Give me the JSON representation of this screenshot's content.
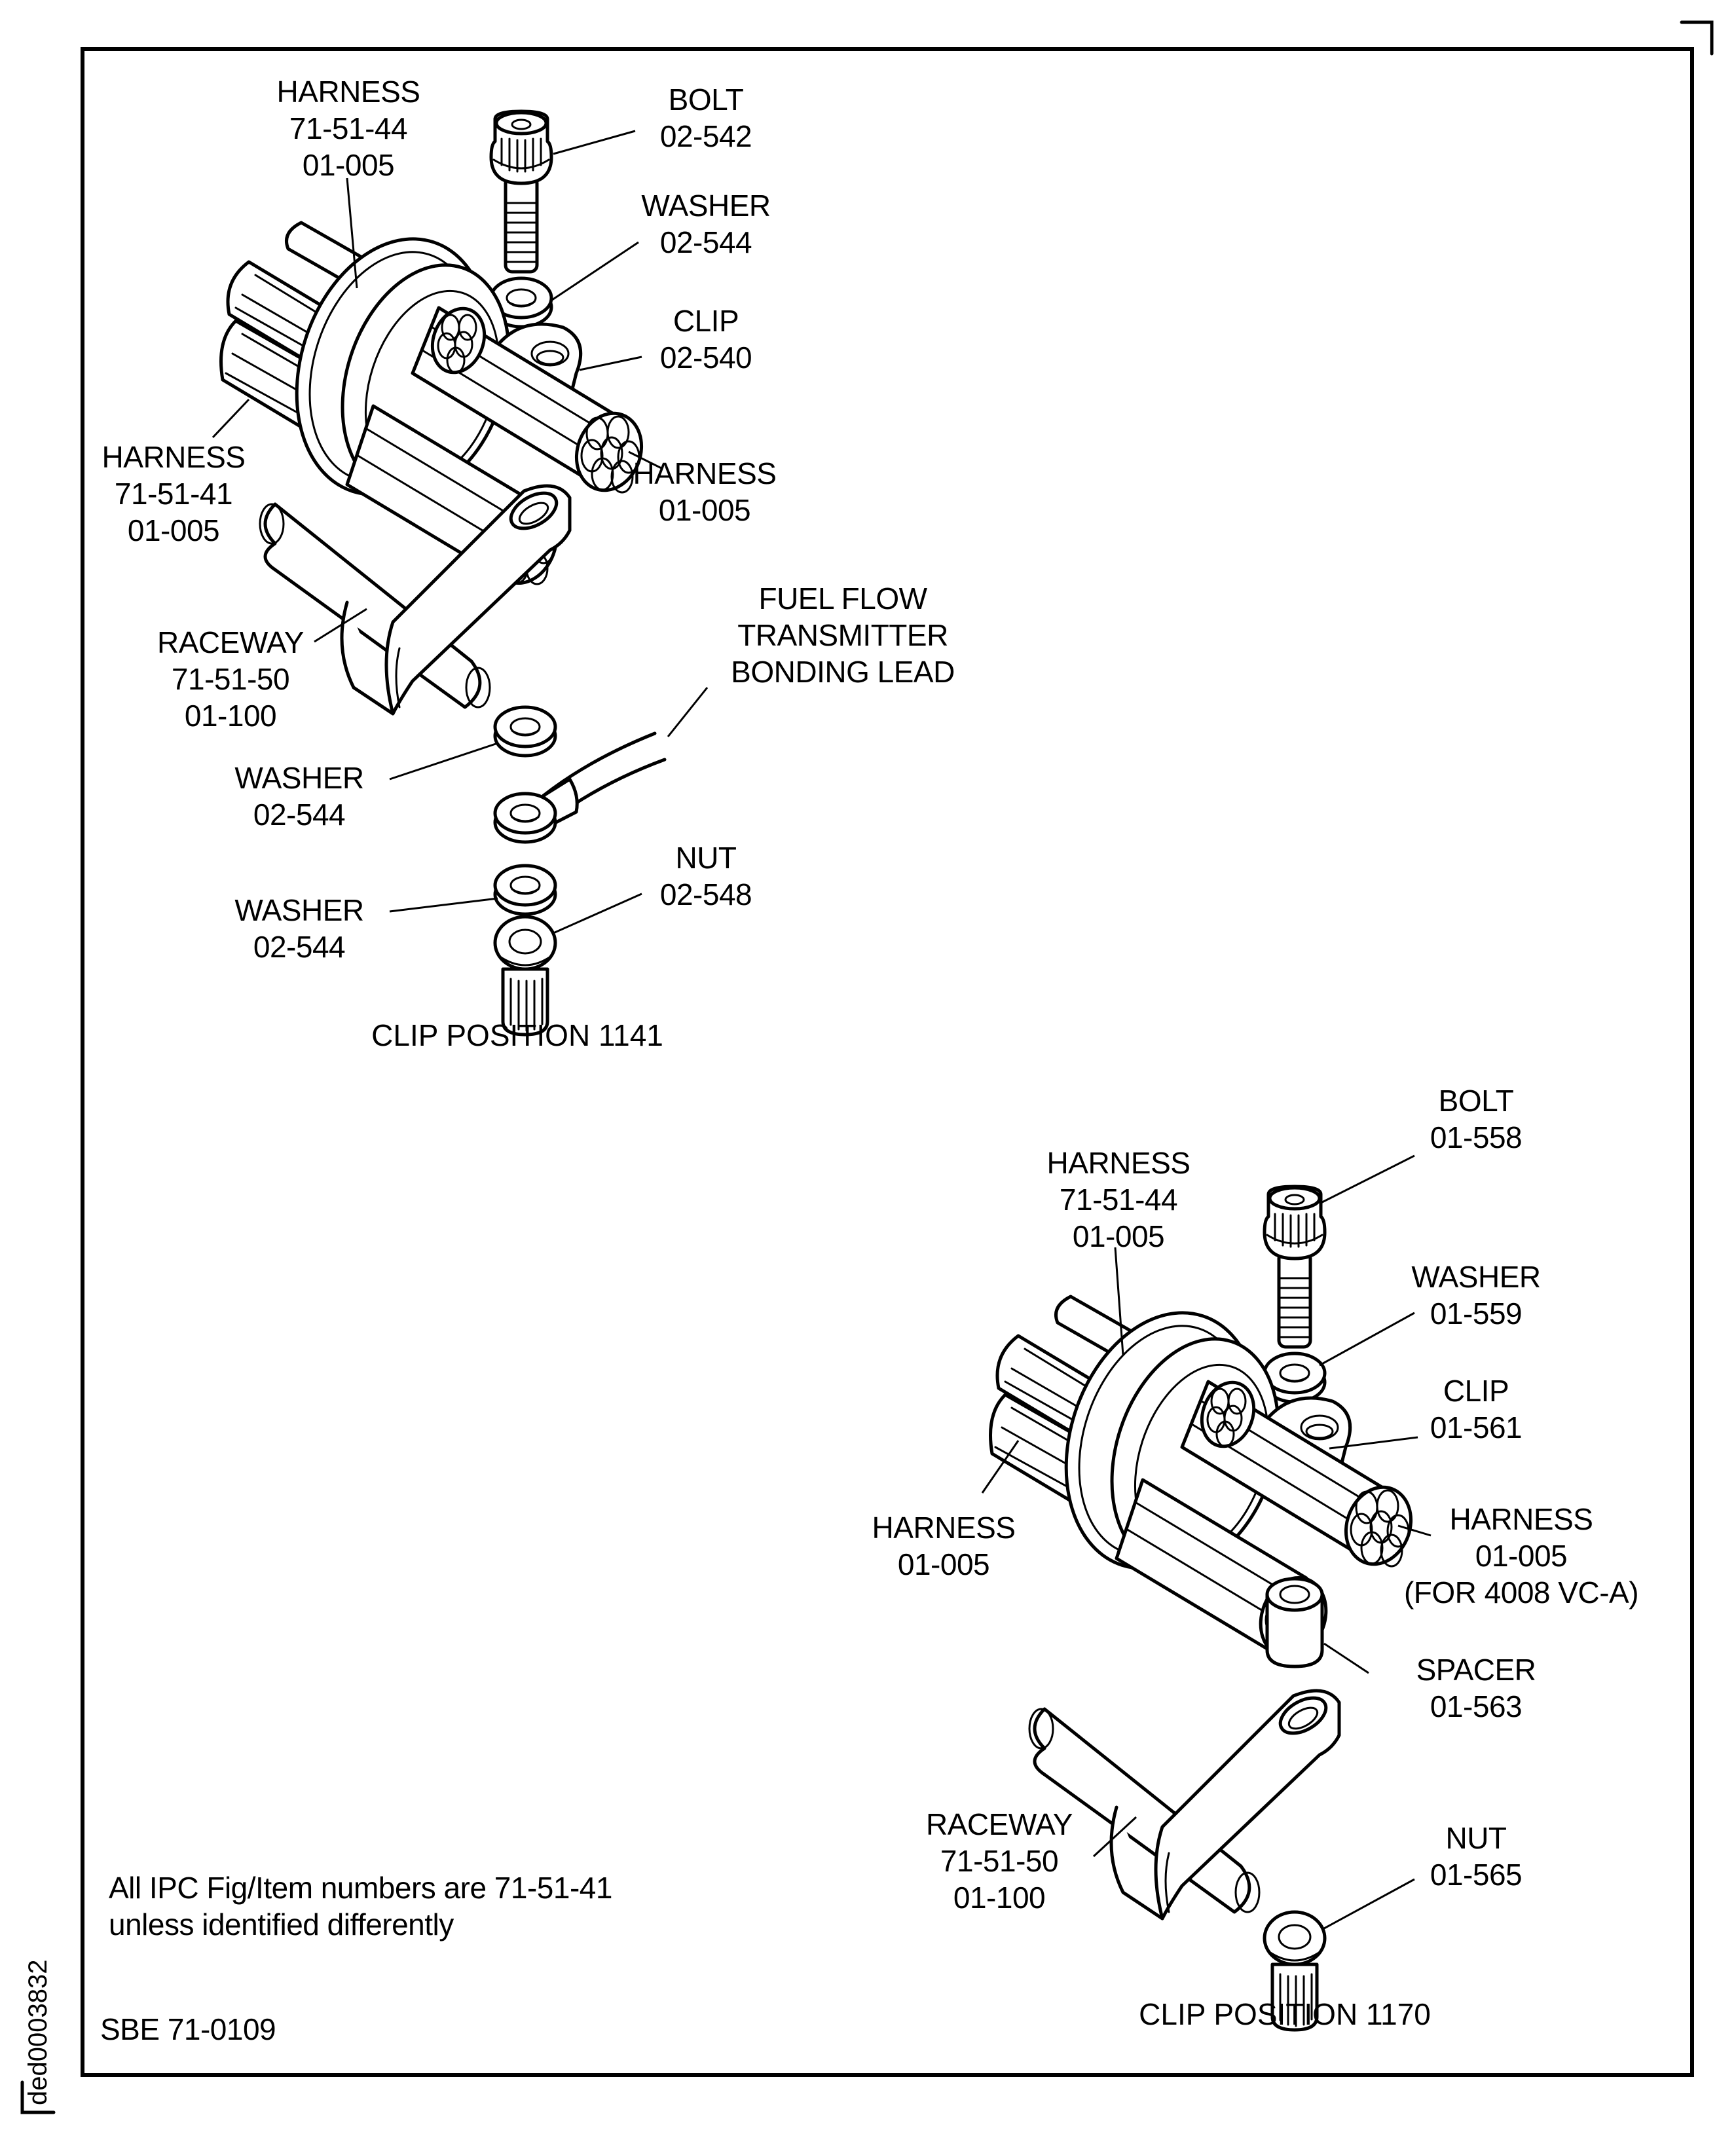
{
  "figure": {
    "id": "ded0003832",
    "document_ref": "SBE 71-0109",
    "note": [
      "All IPC Fig/Item numbers are 71-51-41",
      "unless identified differently"
    ]
  },
  "assemblies": [
    {
      "caption": "CLIP POSITION 1141",
      "parts": [
        {
          "name": "HARNESS",
          "lines": [
            "HARNESS",
            "71-51-44",
            "01-005"
          ]
        },
        {
          "name": "BOLT",
          "lines": [
            "BOLT",
            "02-542"
          ]
        },
        {
          "name": "WASHER",
          "lines": [
            "WASHER",
            "02-544"
          ]
        },
        {
          "name": "CLIP",
          "lines": [
            "CLIP",
            "02-540"
          ]
        },
        {
          "name": "HARNESS",
          "lines": [
            "HARNESS",
            "71-51-41",
            "01-005"
          ]
        },
        {
          "name": "HARNESS",
          "lines": [
            "HARNESS",
            "01-005"
          ]
        },
        {
          "name": "RACEWAY",
          "lines": [
            "RACEWAY",
            "71-51-50",
            "01-100"
          ]
        },
        {
          "name": "FUEL FLOW TRANSMITTER BONDING LEAD",
          "lines": [
            "FUEL FLOW",
            "TRANSMITTER",
            "BONDING LEAD"
          ]
        },
        {
          "name": "WASHER",
          "lines": [
            "WASHER",
            "02-544"
          ]
        },
        {
          "name": "WASHER",
          "lines": [
            "WASHER",
            "02-544"
          ]
        },
        {
          "name": "NUT",
          "lines": [
            "NUT",
            "02-548"
          ]
        }
      ]
    },
    {
      "caption": "CLIP POSITION 1170",
      "parts": [
        {
          "name": "BOLT",
          "lines": [
            "BOLT",
            "01-558"
          ]
        },
        {
          "name": "HARNESS",
          "lines": [
            "HARNESS",
            "71-51-44",
            "01-005"
          ]
        },
        {
          "name": "WASHER",
          "lines": [
            "WASHER",
            "01-559"
          ]
        },
        {
          "name": "CLIP",
          "lines": [
            "CLIP",
            "01-561"
          ]
        },
        {
          "name": "HARNESS",
          "lines": [
            "HARNESS",
            "01-005"
          ]
        },
        {
          "name": "HARNESS",
          "lines": [
            "HARNESS",
            "01-005",
            "(FOR 4008 VC-A)"
          ]
        },
        {
          "name": "SPACER",
          "lines": [
            "SPACER",
            "01-563"
          ]
        },
        {
          "name": "RACEWAY",
          "lines": [
            "RACEWAY",
            "71-51-50",
            "01-100"
          ]
        },
        {
          "name": "NUT",
          "lines": [
            "NUT",
            "01-565"
          ]
        }
      ]
    }
  ]
}
